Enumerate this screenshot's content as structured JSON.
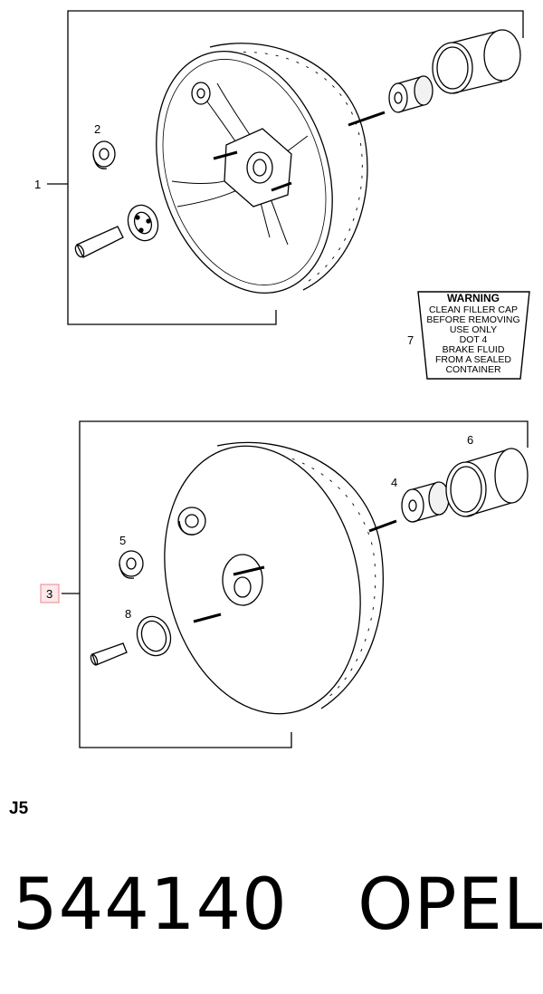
{
  "diagram": {
    "callouts_upper": [
      "1",
      "2"
    ],
    "callouts_lower": [
      "3",
      "4",
      "5",
      "6",
      "8"
    ],
    "callout_7": "7",
    "highlighted_callout": "3",
    "highlight_color": "#fde8ea",
    "highlight_border": "#e8868f",
    "warning_label": {
      "title": "WARNING",
      "lines": [
        "CLEAN FILLER CAP",
        "BEFORE REMOVING",
        "USE ONLY",
        "DOT 4",
        "BRAKE FLUID",
        "FROM A SEALED",
        "CONTAINER"
      ]
    }
  },
  "section_code": "J5",
  "part_number": "544140",
  "brand": "OPEL"
}
